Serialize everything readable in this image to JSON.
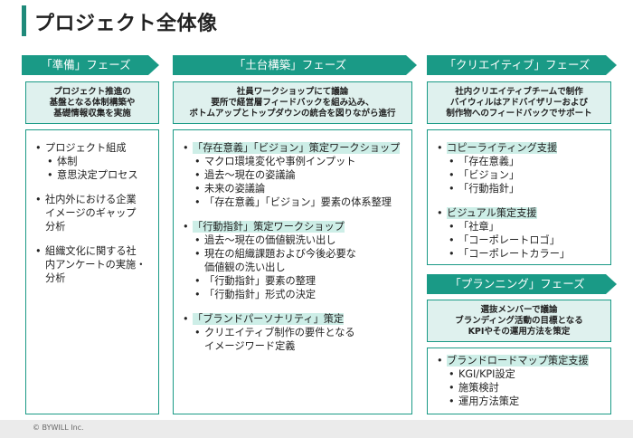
{
  "title": "プロジェクト全体像",
  "phases": {
    "junbi": {
      "label": "「準備」フェーズ",
      "summary": [
        "プロジェクト推進の",
        "基盤となる体制構築や",
        "基礎情報収集を実施"
      ],
      "items": [
        {
          "text": "プロジェクト組成",
          "level": 1
        },
        {
          "text": "体制",
          "level": 2
        },
        {
          "text": "意思決定プロセス",
          "level": 2
        },
        {
          "text": "社内外における企業",
          "level": 1,
          "gap": true
        },
        {
          "text": "イメージのギャップ",
          "level": 0
        },
        {
          "text": "分析",
          "level": 0
        },
        {
          "text": "組織文化に関する社",
          "level": 1,
          "gap": true
        },
        {
          "text": "内アンケートの実施・",
          "level": 0
        },
        {
          "text": "分析",
          "level": 0
        }
      ]
    },
    "dodai": {
      "label": "「土台構築」フェーズ",
      "summary": [
        "社員ワークショップにて議論",
        "要所で経営層フィードバックを組み込み、",
        "ボトムアップとトップダウンの統合を図りながら進行"
      ],
      "items": [
        {
          "text": "「存在意義」「ビジョン」策定ワークショップ",
          "level": 1,
          "hl": true
        },
        {
          "text": "マクロ環境変化や事例インプット",
          "level": 2
        },
        {
          "text": "過去～現在の姿議論",
          "level": 2
        },
        {
          "text": "未来の姿議論",
          "level": 2
        },
        {
          "text": "「存在意義」「ビジョン」要素の体系整理",
          "level": 2
        },
        {
          "text": "「行動指針」策定ワークショップ",
          "level": 1,
          "hl": true,
          "gap": true
        },
        {
          "text": "過去～現在の価値観洗い出し",
          "level": 2
        },
        {
          "text": "現在の組織課題および今後必要な",
          "level": 2
        },
        {
          "text": "価値観の洗い出し",
          "level": 3
        },
        {
          "text": "「行動指針」要素の整理",
          "level": 2
        },
        {
          "text": "「行動指針」形式の決定",
          "level": 2
        },
        {
          "text": "「ブランドパーソナリティ」策定",
          "level": 1,
          "hl": true,
          "gap": true
        },
        {
          "text": "クリエイティブ制作の要件となる",
          "level": 2
        },
        {
          "text": "イメージワード定義",
          "level": 3
        }
      ]
    },
    "creative": {
      "label": "「クリエイティブ」フェーズ",
      "summary": [
        "社内クリエイティブチームで制作",
        "バイウィルはアドバイザリーおよび",
        "制作物へのフィードバックでサポート"
      ],
      "items": [
        {
          "text": "コピーライティング支援",
          "level": 1,
          "hl": true
        },
        {
          "text": "「存在意義」",
          "level": 2
        },
        {
          "text": "「ビジョン」",
          "level": 2
        },
        {
          "text": "「行動指針」",
          "level": 2
        },
        {
          "text": "ビジュアル策定支援",
          "level": 1,
          "hl": true,
          "gap": true
        },
        {
          "text": "「社章」",
          "level": 2
        },
        {
          "text": "「コーポレートロゴ」",
          "level": 2
        },
        {
          "text": "「コーポレートカラー」",
          "level": 2
        }
      ]
    },
    "planning": {
      "label": "「プランニング」フェーズ",
      "summary": [
        "選抜メンバーで議論",
        "ブランディング活動の目標となる",
        "KPIやその運用方法を策定"
      ],
      "items": [
        {
          "text": "ブランドロードマップ策定支援",
          "level": 1,
          "hl": true
        },
        {
          "text": "KGI/KPI設定",
          "level": 2
        },
        {
          "text": "施策検討",
          "level": 2
        },
        {
          "text": "運用方法策定",
          "level": 2
        }
      ]
    }
  },
  "footer": "© BYWILL Inc.",
  "colors": {
    "accent": "#1a9a86",
    "summary_bg": "#dff1ee",
    "highlight": "#cdeee7"
  }
}
